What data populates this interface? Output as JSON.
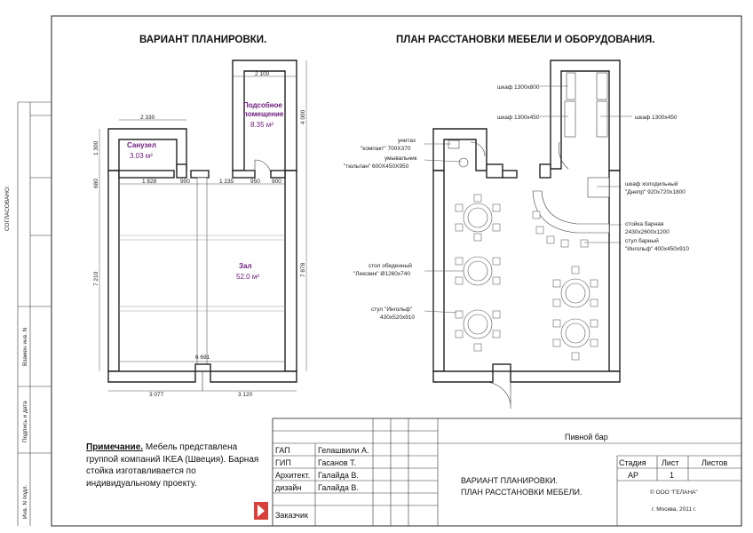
{
  "sheet": {
    "side_approved": "СОГЛАСОВАНО:",
    "side_replaces": "Взамен инв. N",
    "side_sign_date": "Подпись и дата",
    "side_inv": "Инв. N подл."
  },
  "titles": {
    "left": "ВАРИАНТ ПЛАНИРОВКИ.",
    "right": "ПЛАН РАССТАНОВКИ МЕБЕЛИ И ОБОРУДОВАНИЯ."
  },
  "rooms": {
    "utility_name_1": "Подсобное",
    "utility_name_2": "помещение",
    "utility_area": "8.35 м²",
    "wc_name": "Санузел",
    "wc_area": "3.03 м²",
    "hall_name": "Зал",
    "hall_area": "52.0 м²"
  },
  "dimensions": {
    "d_2100": "2 100",
    "d_2330": "2 330",
    "d_4000": "4 000",
    "d_1300": "1 300",
    "d_680": "680",
    "d_1828": "1 828",
    "d_900a": "900",
    "d_1235": "1 235",
    "d_950": "950",
    "d_900b": "900",
    "d_7210": "7 210",
    "d_7878": "7 878",
    "d_6691": "6 691",
    "d_3077": "3 077",
    "d_3120": "3 120"
  },
  "furniture": {
    "cab_800": "шкаф 1300х800",
    "cab_450_l": "шкаф 1300х450",
    "cab_450_r": "шкаф 1300х450",
    "toilet_1": "унитаз",
    "toilet_2": "\"компакт\" 700Х370",
    "sink_1": "умывальник",
    "sink_2": "\"тюльпан\" 600Х450Х950",
    "fridge_1": "шкаф холодильный",
    "fridge_2": "\"Днепр\" 920х720х1800",
    "bar_1": "стойка барная",
    "bar_2": "2430х2600х1200",
    "barstool_1": "стул барный",
    "barstool_2": "\"Ингольф\" 400х450х910",
    "table_1": "стол обеденный",
    "table_2": "\"Лексвик\" Ø1260х740",
    "chair_1": "стул \"Ингольф\"",
    "chair_2": "430х520х910"
  },
  "note": {
    "label": "Примечание.",
    "text": " Мебель представлена группой компаний IKEA (Швеция). Барная стойка изготавливается по индивидуальному проекту."
  },
  "title_block": {
    "project": "Пивной бар",
    "r1_role": "ГАП",
    "r1_name": "Гелашвили А.",
    "r2_role": "ГИП",
    "r2_name": "Гасанов Т.",
    "r3_role": "Архитект.",
    "r3_name": "Галайда В.",
    "r4_role": "дизайн",
    "r4_name": "Галайда В.",
    "customer": "Заказчик",
    "sheet_title_1": "ВАРИАНТ ПЛАНИРОВКИ.",
    "sheet_title_2": "ПЛАН РАССТАНОВКИ МЕБЕЛИ.",
    "stage_h": "Стадия",
    "sheet_h": "Лист",
    "sheets_h": "Листов",
    "stage_v": "АР",
    "sheet_v": "1",
    "company": "© ООО \"ГЕЛАНА\"",
    "city": "г. Москва, 2011 г."
  }
}
